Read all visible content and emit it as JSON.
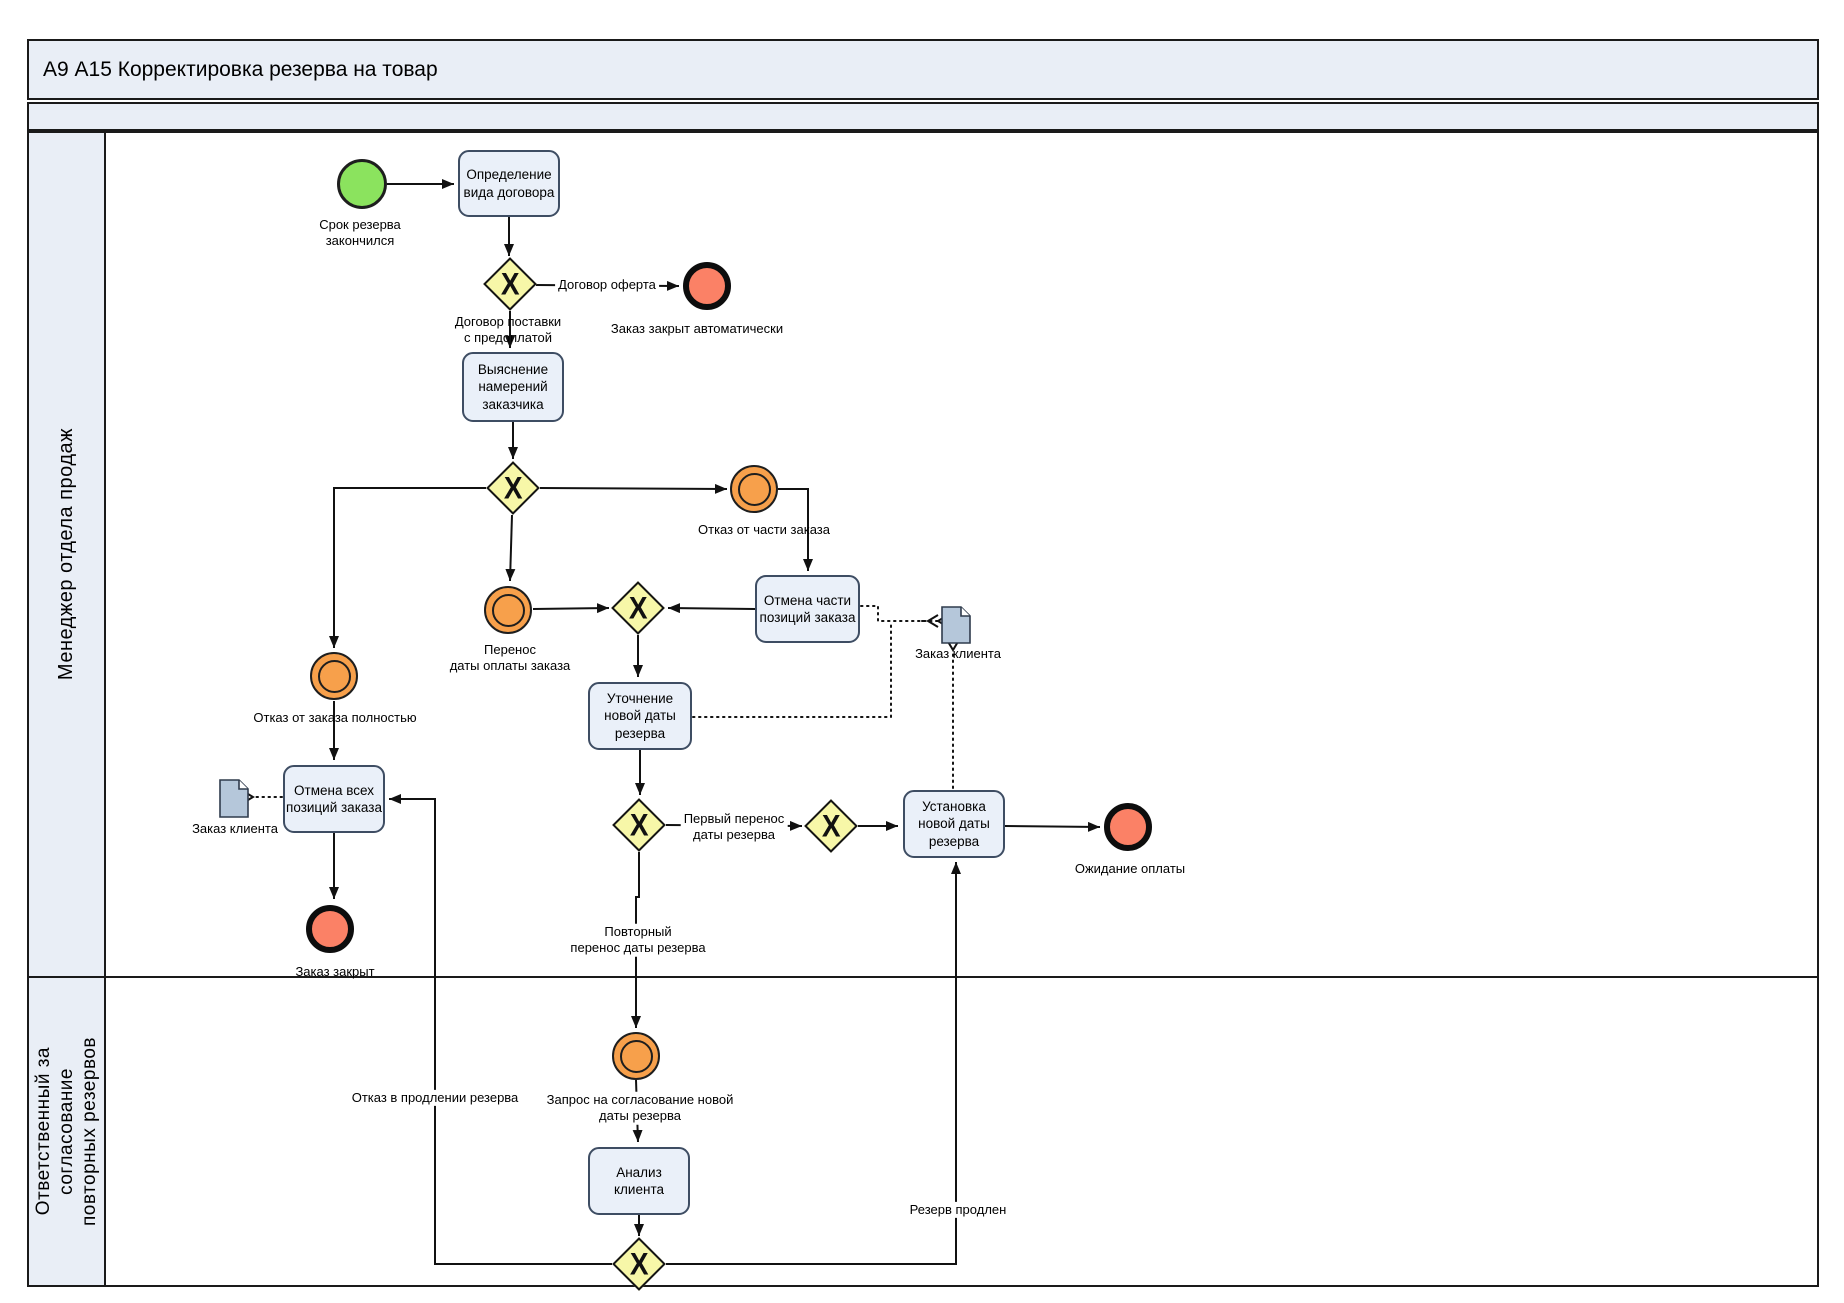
{
  "pool": {
    "title": "А9 А15 Корректировка резерва на товар"
  },
  "lanes": [
    {
      "label": "Менеджер отдела продаж"
    },
    {
      "label_lines": [
        "Ответственный за",
        "согласование",
        "повторных резервов"
      ]
    }
  ],
  "gateway_symbol": "X",
  "tasks": {
    "define_contract": "Определение\nвида договора",
    "clarify_intentions": "Выяснение\nнамерений\nзаказчика",
    "cancel_part": "Отмена части\nпозиций заказа",
    "clarify_new_date": "Уточнение\nновой даты\nрезерва",
    "cancel_all": "Отмена всех\nпозиций заказа",
    "set_new_date": "Установка\nновой даты\nрезерва",
    "client_analysis": "Анализ\nклиента"
  },
  "labels": {
    "start": "Срок резерва\nзакончился",
    "end_auto": "Заказ закрыт автоматически",
    "offer": "Договор оферта",
    "supply": "Договор поставки\nс предоплатой",
    "part_refuse": "Отказ от части заказа",
    "full_refuse": "Отказ от заказа полностью",
    "postpone": "Перенос\nдаты оплаты заказа",
    "doc_right": "Заказ клиента",
    "doc_left": "Заказ клиента",
    "closed": "Заказ закрыт",
    "first_move": "Первый перенос\nдаты резерва",
    "repeat_move": "Повторный\nперенос даты резерва",
    "wait_payment": "Ожидание оплаты",
    "request": "Запрос на согласование новой\nдаты резерва",
    "refuse_prolong": "Отказ в продлении резерва",
    "prolonged": "Резерв продлен"
  },
  "colors": {
    "header_fill": "#E9EEF6",
    "task_fill": "#EAF0F9",
    "task_border": "#3E4D63",
    "gateway_fill": "#F7F7A8",
    "start_fill": "#8BE35E",
    "intermediate_fill": "#F7A04B",
    "end_fill": "#FB8166",
    "document_fill": "#B5C7DA",
    "line": "#111111"
  }
}
